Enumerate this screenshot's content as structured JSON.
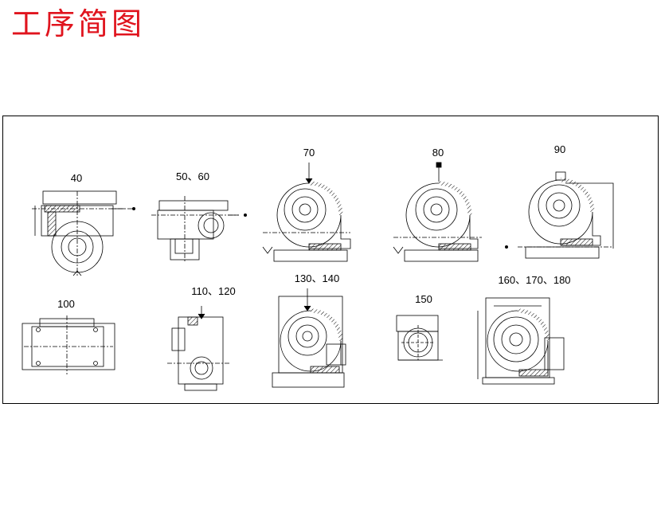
{
  "title": "工序简图",
  "operations": [
    {
      "label": "40"
    },
    {
      "label": "50、60"
    },
    {
      "label": "70"
    },
    {
      "label": "80"
    },
    {
      "label": "90"
    },
    {
      "label": "100"
    },
    {
      "label": "110、120"
    },
    {
      "label": "130、140"
    },
    {
      "label": "150"
    },
    {
      "label": "160、170、180"
    }
  ]
}
